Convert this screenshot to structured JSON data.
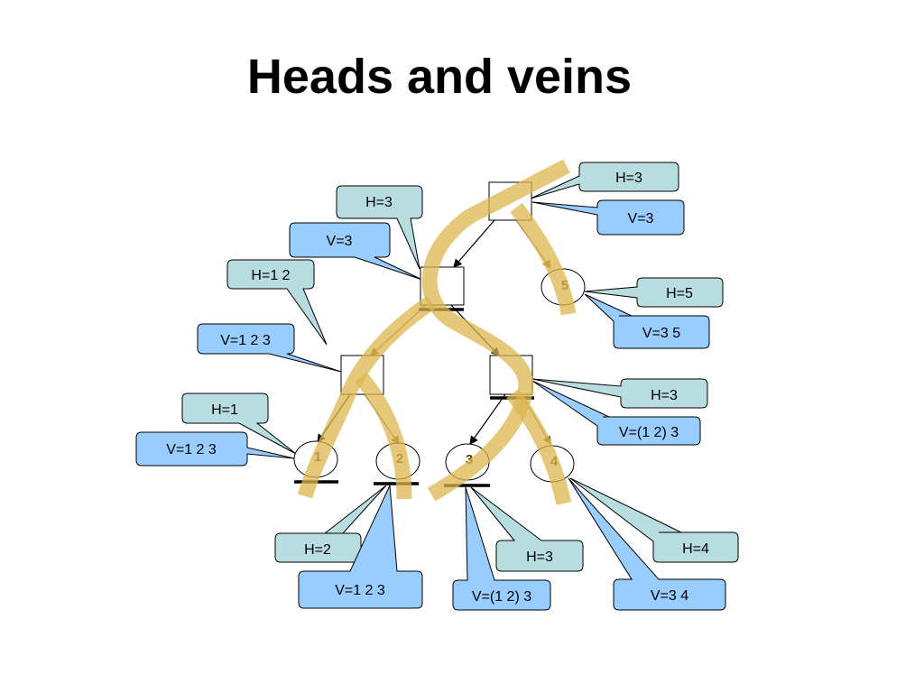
{
  "title": "Heads and veins",
  "nodes": [
    {
      "id": "root",
      "shape": "box",
      "text": ""
    },
    {
      "id": "5",
      "shape": "circle",
      "text": "5"
    },
    {
      "id": "n2",
      "shape": "box",
      "text": ""
    },
    {
      "id": "n3",
      "shape": "box",
      "text": ""
    },
    {
      "id": "n4",
      "shape": "box",
      "text": ""
    },
    {
      "id": "1",
      "shape": "circle",
      "text": "1"
    },
    {
      "id": "2",
      "shape": "circle",
      "text": "2"
    },
    {
      "id": "3",
      "shape": "circle",
      "text": "3"
    },
    {
      "id": "4",
      "shape": "circle",
      "text": "4"
    }
  ],
  "edges": [
    [
      "root",
      "n2"
    ],
    [
      "root",
      "5"
    ],
    [
      "n2",
      "n3"
    ],
    [
      "n2",
      "n4"
    ],
    [
      "n3",
      "1"
    ],
    [
      "n3",
      "2"
    ],
    [
      "n4",
      "3"
    ],
    [
      "n4",
      "4"
    ]
  ],
  "callouts": [
    {
      "kind": "H",
      "text": "H=3",
      "node": "root"
    },
    {
      "kind": "V",
      "text": "V=3",
      "node": "root"
    },
    {
      "kind": "H",
      "text": "H=3",
      "node": "n2"
    },
    {
      "kind": "V",
      "text": "V=3",
      "node": "n2"
    },
    {
      "kind": "H",
      "text": "H=1 2",
      "node": "n3"
    },
    {
      "kind": "V",
      "text": "V=1 2 3",
      "node": "n3"
    },
    {
      "kind": "H",
      "text": "H=5",
      "node": "5"
    },
    {
      "kind": "V",
      "text": "V=3 5",
      "node": "5"
    },
    {
      "kind": "H",
      "text": "H=3",
      "node": "n4"
    },
    {
      "kind": "V",
      "text": "V=(1 2) 3",
      "node": "n4"
    },
    {
      "kind": "H",
      "text": "H=1",
      "node": "1"
    },
    {
      "kind": "V",
      "text": "V=1 2 3",
      "node": "1"
    },
    {
      "kind": "H",
      "text": "H=2",
      "node": "2"
    },
    {
      "kind": "V",
      "text": "V=1 2 3",
      "node": "2"
    },
    {
      "kind": "H",
      "text": "H=3",
      "node": "3"
    },
    {
      "kind": "V",
      "text": "V=(1 2) 3",
      "node": "3"
    },
    {
      "kind": "H",
      "text": "H=4",
      "node": "4"
    },
    {
      "kind": "V",
      "text": "V=3 4",
      "node": "4"
    }
  ],
  "colors": {
    "h_callout": "#b8dde0",
    "v_callout": "#99ccff",
    "vein": "#dcb64d"
  }
}
